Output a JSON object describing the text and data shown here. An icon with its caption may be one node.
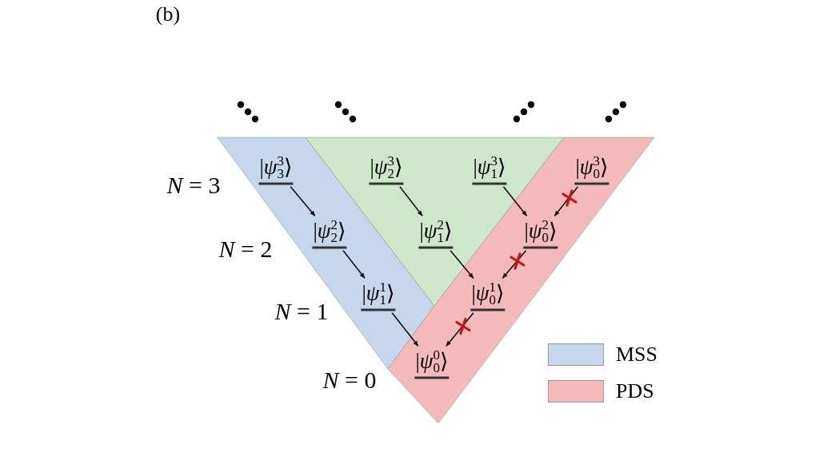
{
  "diagram": {
    "nodes": [
      {
        "text": [],
        "shape": "band"
      },
      {
        "text": [],
        "shape": "triangle"
      },
      {
        "text": [],
        "shape": "band"
      },
      {
        "text": [
          "|*ψ*$^{3}$$_{3}$⟩"
        ],
        "in": 0
      },
      {
        "text": [
          "|*ψ*$^{3}$$_{2}$⟩"
        ],
        "in": 1
      },
      {
        "text": [
          "|*ψ*$^{3}$$_{1}$⟩"
        ],
        "in": 1
      },
      {
        "text": [
          "|*ψ*$^{3}$$_{0}$⟩"
        ],
        "in": 2
      },
      {
        "text": [
          "|*ψ*$^{2}$$_{2}$⟩"
        ],
        "in": 0
      },
      {
        "text": [
          "|*ψ*$^{2}$$_{1}$⟩"
        ],
        "in": 1
      },
      {
        "text": [
          "|*ψ*$^{2}$$_{0}$⟩"
        ],
        "in": 2
      },
      {
        "text": [
          "|*ψ*$^{1}$$_{1}$⟩"
        ],
        "in": 0
      },
      {
        "text": [
          "|*ψ*$^{1}$$_{0}$⟩"
        ],
        "in": 2
      },
      {
        "text": [
          "|*ψ*$^{0}$$_{0}$⟩"
        ],
        "in": 2
      }
    ],
    "edges": [
      {
        "from": 3,
        "to": 7,
        "arrow": "to"
      },
      {
        "from": 7,
        "to": 10,
        "arrow": "to"
      },
      {
        "from": 10,
        "to": 12,
        "arrow": "to"
      },
      {
        "from": 4,
        "to": 8,
        "arrow": "to"
      },
      {
        "from": 8,
        "to": 11,
        "arrow": "to"
      },
      {
        "from": 5,
        "to": 9,
        "arrow": "to"
      },
      {
        "from": 6,
        "to": 9,
        "arrow": "to"
      },
      {
        "from": 9,
        "to": 11,
        "arrow": "to"
      },
      {
        "from": 11,
        "to": 12,
        "arrow": "to"
      }
    ],
    "labels": [
      "(b)",
      "*N* = 3",
      "*N* = 2",
      "*N* = 1",
      "*N* = 0"
    ],
    "legend": [
      {
        "text": "MSS",
        "color": "#c5d7ec"
      },
      {
        "text": "PDS",
        "color": "#f4b9b9"
      }
    ]
  }
}
